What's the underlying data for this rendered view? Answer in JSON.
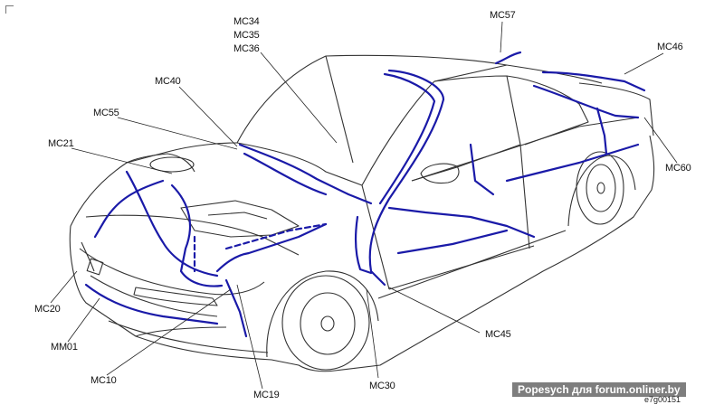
{
  "diagram": {
    "labels": [
      {
        "id": "mc57",
        "text": "MC57"
      },
      {
        "id": "mc34",
        "text": "MC34"
      },
      {
        "id": "mc35",
        "text": "MC35"
      },
      {
        "id": "mc36",
        "text": "MC36"
      },
      {
        "id": "mc46",
        "text": "MC46"
      },
      {
        "id": "mc40",
        "text": "MC40"
      },
      {
        "id": "mc55",
        "text": "MC55"
      },
      {
        "id": "mc21",
        "text": "MC21"
      },
      {
        "id": "mc60",
        "text": "MC60"
      },
      {
        "id": "mc20",
        "text": "MC20"
      },
      {
        "id": "mm01",
        "text": "MM01"
      },
      {
        "id": "mc10",
        "text": "MC10"
      },
      {
        "id": "mc19",
        "text": "MC19"
      },
      {
        "id": "mc30",
        "text": "MC30"
      },
      {
        "id": "mc45",
        "text": "MC45"
      }
    ],
    "watermark": "Popesych для forum.onliner.by",
    "figure_code": "e7g00151",
    "colors": {
      "wiring": "#1a1aa8",
      "outline": "#333333",
      "background": "#ffffff"
    }
  }
}
